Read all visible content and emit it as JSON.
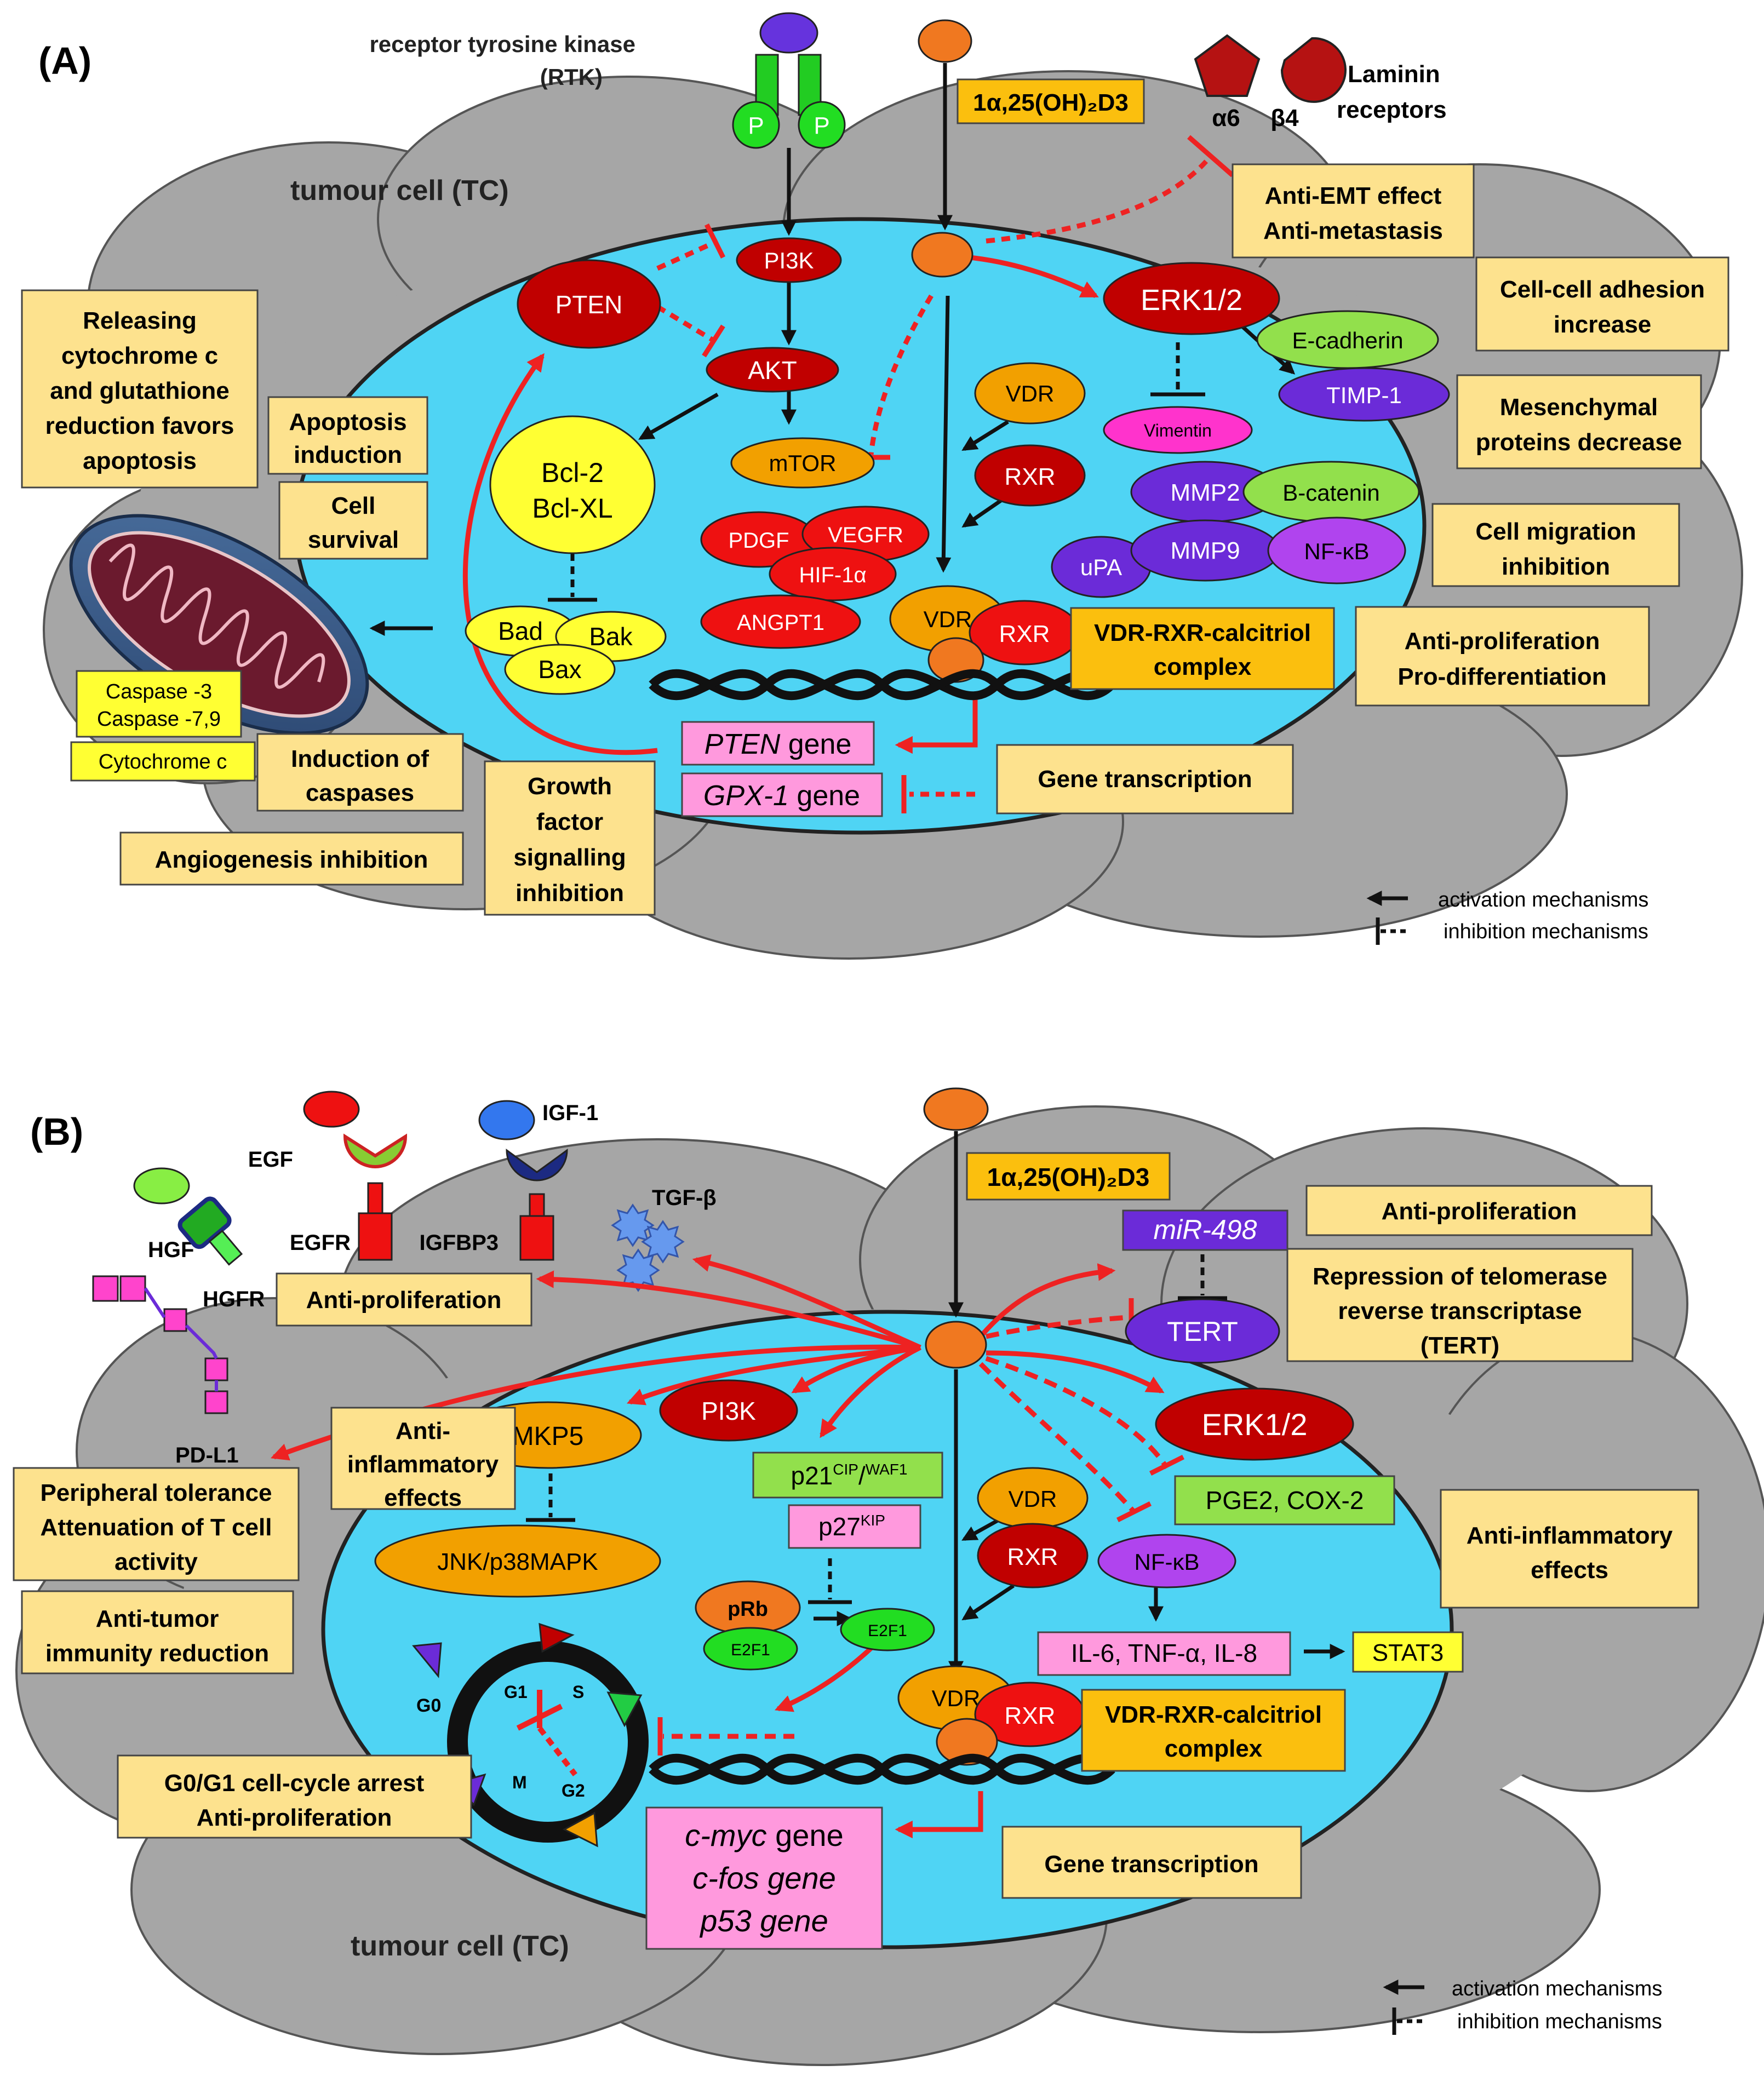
{
  "panel_a": {
    "label": "(A)",
    "rtk_label_1": "receptor tyrosine kinase",
    "rtk_label_2": "(RTK)",
    "p_label": "P",
    "calcitriol": "1α,25(OH)₂D3",
    "alpha6": "α6",
    "beta4": "β4",
    "laminin_1": "Laminin",
    "laminin_2": "receptors",
    "tumour_cell": "tumour cell (TC)",
    "pi3k": "PI3K",
    "pten": "PTEN",
    "akt": "AKT",
    "erk": "ERK1/2",
    "ecadherin": "E-cadherin",
    "timp1": "TIMP-1",
    "vimentin": "Vimentin",
    "mmp2": "MMP2",
    "bcatenin": "B-catenin",
    "mmp9": "MMP9",
    "upa": "uPA",
    "nfkb": "NF-κB",
    "vdr": "VDR",
    "rxr": "RXR",
    "mtor": "mTOR",
    "bcl2": "Bcl-2",
    "bclxl": "Bcl-XL",
    "bad": "Bad",
    "bak": "Bak",
    "bax": "Bax",
    "pdgf": "PDGF",
    "vegfr": "VEGFR",
    "hif": "HIF-1α",
    "angpt": "ANGPT1",
    "caspase3": "Caspase -3",
    "caspase79": "Caspase -7,9",
    "cytochrome": "Cytochrome c",
    "pten_gene_italic": "PTEN",
    "gpx_gene_italic": "GPX-1",
    "gene_word": " gene",
    "complex_1": "VDR-RXR-calcitriol",
    "complex_2": "complex",
    "box_releasing": [
      "Releasing",
      "cytochrome c",
      "and glutathione",
      "reduction favors",
      "apoptosis"
    ],
    "box_apoptosis": [
      "Apoptosis",
      "induction"
    ],
    "box_survival": [
      "Cell",
      "survival"
    ],
    "box_caspases": [
      "Induction of",
      "caspases"
    ],
    "box_growth": [
      "Growth",
      "factor",
      "signalling",
      "inhibition"
    ],
    "box_angio": "Angiogenesis inhibition",
    "box_emt": [
      "Anti-EMT  effect",
      "Anti-metastasis"
    ],
    "box_adhesion": [
      "Cell-cell adhesion",
      "increase"
    ],
    "box_mesenchymal": [
      "Mesenchymal",
      "proteins decrease"
    ],
    "box_migration": [
      "Cell  migration",
      "inhibition"
    ],
    "box_antiprolif": [
      "Anti-proliferation",
      "Pro-differentiation"
    ],
    "box_transcription": "Gene transcription",
    "legend_activation": "activation mechanisms",
    "legend_inhibition": "inhibition mechanisms"
  },
  "panel_b": {
    "label": "(B)",
    "egf": "EGF",
    "igf1": "IGF-1",
    "hgf": "HGF",
    "egfr": "EGFR",
    "igfbp3": "IGFBP3",
    "hgfr": "HGFR",
    "tgfb": "TGF-β",
    "pdl1": "PD-L1",
    "calcitriol": "1α,25(OH)₂D3",
    "mir": "miR-498",
    "tert": "TERT",
    "erk": "ERK1/2",
    "pi3k": "PI3K",
    "mkp5": "MKP5",
    "jnk": "JNK/p38MAPK",
    "p21": "p21",
    "p21_sup1": "CIP",
    "p21_sep": "/",
    "p21_sup2": "WAF1",
    "p27": "p27",
    "p27_sup": "KIP",
    "prb": "pRb",
    "e2f1": "E2F1",
    "vdr": "VDR",
    "rxr": "RXR",
    "nfkb": "NF-κB",
    "pge2": "PGE2, COX-2",
    "il6": "IL-6, TNF-α, IL-8",
    "stat3": "STAT3",
    "g0": "G0",
    "g1": "G1",
    "s": "S",
    "m": "M",
    "g2": "G2",
    "genes": [
      "c-myc",
      "c-fos gene",
      "p53 gene"
    ],
    "gene_word": " gene",
    "complex_1": "VDR-RXR-calcitriol",
    "complex_2": "complex",
    "tumour_cell": "tumour cell (TC)",
    "box_antiprolif_left": "Anti-proliferation",
    "box_antiinflam_left": [
      "Anti-",
      "inflammatory",
      "effects"
    ],
    "box_peripheral": [
      "Peripheral tolerance",
      "Attenuation of T cell",
      "activity"
    ],
    "box_antitumor": [
      "Anti-tumor",
      "immunity reduction"
    ],
    "box_g0g1": [
      "G0/G1 cell-cycle arrest",
      "Anti-proliferation"
    ],
    "box_antiprolif_right": "Anti-proliferation",
    "box_telomerase": [
      "Repression of telomerase",
      "reverse transcriptase",
      "(TERT)"
    ],
    "box_antiinflam_right": [
      "Anti-inflammatory",
      "effects"
    ],
    "box_transcription": "Gene transcription",
    "legend_activation": "activation mechanisms",
    "legend_inhibition": "inhibition mechanisms"
  },
  "colors": {
    "cloud": "#a6a6a6",
    "nucleus": "#4fd4f4",
    "box": "#fde28e",
    "box_orange": "#fbbf0e",
    "red_node": "#c00000",
    "bright_red": "#ee1111",
    "purple": "#6b2bd8",
    "green": "#92e04c",
    "yellow": "#ffff33",
    "pink": "#ff99dd",
    "arrow_red": "#ee2222",
    "orange_ligand": "#f07820"
  }
}
